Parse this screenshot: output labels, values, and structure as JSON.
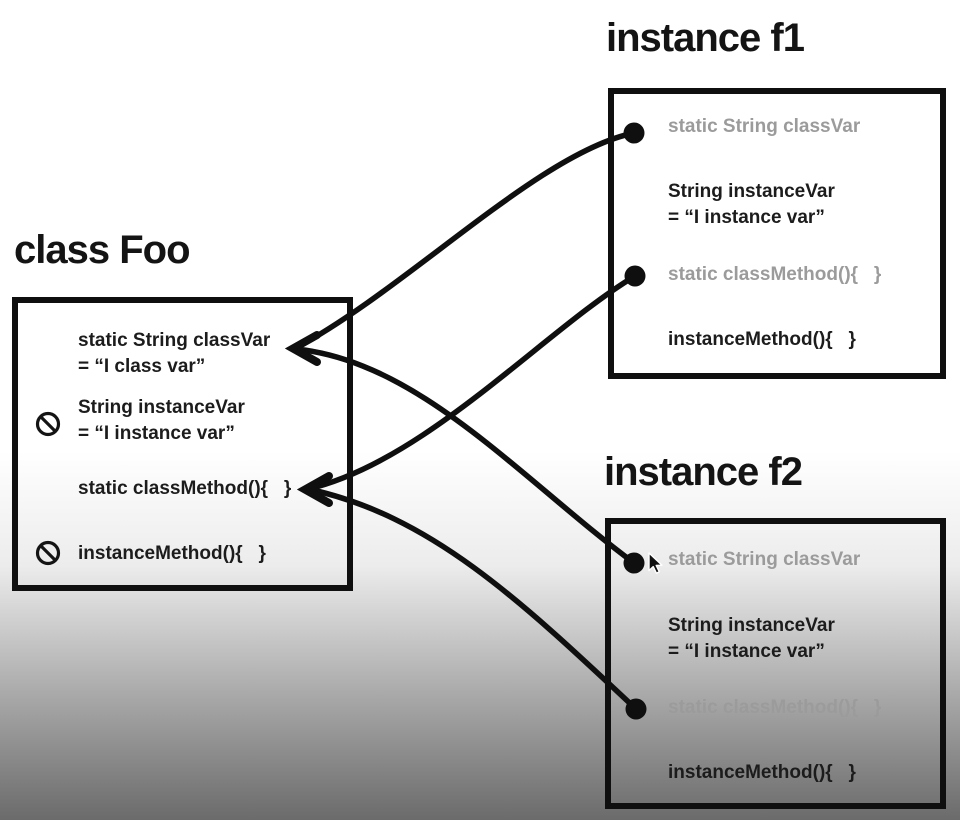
{
  "diagram": {
    "class_box": {
      "title": "class Foo",
      "members": {
        "class_var_l1": "static String classVar",
        "class_var_l2": "= “I class var”",
        "instance_var_l1": "String instanceVar",
        "instance_var_l2": "= “I instance var”",
        "class_method": "static classMethod(){   }",
        "instance_method": "instanceMethod(){   }"
      }
    },
    "f1": {
      "title": "instance f1",
      "members": {
        "class_var": "static String classVar",
        "instance_var_l1": "String instanceVar",
        "instance_var_l2": "= “I instance var”",
        "class_method": "static classMethod(){   }",
        "instance_method": "instanceMethod(){   }"
      }
    },
    "f2": {
      "title": "instance f2",
      "members": {
        "class_var": "static String classVar",
        "instance_var_l1": "String instanceVar",
        "instance_var_l2": "= “I instance var”",
        "class_method": "static classMethod(){   }",
        "instance_method": "instanceMethod(){   }"
      }
    },
    "connections": [
      {
        "from": "f1.class_var",
        "to": "class_box.class_var"
      },
      {
        "from": "f1.class_method",
        "to": "class_box.class_method"
      },
      {
        "from": "f2.class_var",
        "to": "class_box.class_var"
      },
      {
        "from": "f2.class_method",
        "to": "class_box.class_method"
      }
    ],
    "colors": {
      "ink": "#0f0f0f",
      "muted_text": "#9b9b9b",
      "background_top": "#ffffff",
      "background_bottom": "#6b6b6b"
    }
  }
}
